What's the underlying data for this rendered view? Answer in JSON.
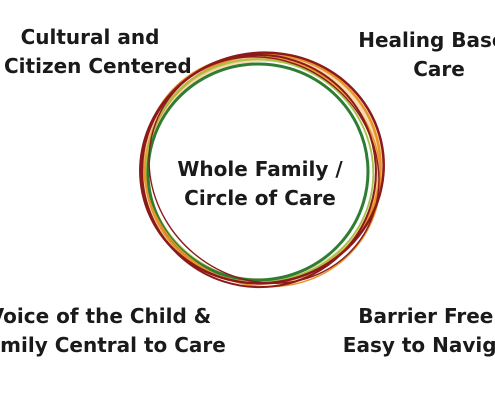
{
  "center": {
    "line1": "Whole Family /",
    "line2": "Circle of Care"
  },
  "quadrants": {
    "top_left": {
      "line1": "Cultural and",
      "line2": "Citizen Centered"
    },
    "top_right": {
      "line1": "Healing Based",
      "line2": "Care"
    },
    "bottom_left": {
      "line1": "Voice of the Child &",
      "line2": "Family Central to Care"
    },
    "bottom_right": {
      "line1": "Barrier Free &",
      "line2": "Easy to Navigate"
    }
  },
  "ring_colors": {
    "dark_red": "#8b1a1a",
    "orange": "#e8942a",
    "light_orange": "#f2bd72",
    "green": "#2e7d32",
    "light_green": "#a4c34a",
    "pale": "#f6dcb0"
  }
}
